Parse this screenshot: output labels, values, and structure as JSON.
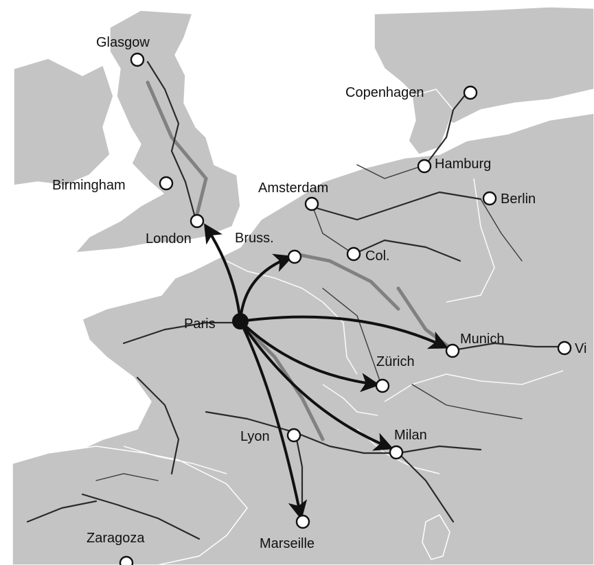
{
  "map": {
    "hub": {
      "name": "Paris"
    },
    "cities": [
      {
        "key": "glasgow",
        "label": "Glasgow"
      },
      {
        "key": "copenhagen",
        "label": "Copenhagen"
      },
      {
        "key": "hamburg",
        "label": "Hamburg"
      },
      {
        "key": "birmingham",
        "label": "Birmingham"
      },
      {
        "key": "amsterdam",
        "label": "Amsterdam"
      },
      {
        "key": "berlin",
        "label": "Berlin"
      },
      {
        "key": "london",
        "label": "London"
      },
      {
        "key": "brussels",
        "label": "Bruss."
      },
      {
        "key": "cologne",
        "label": "Col."
      },
      {
        "key": "paris",
        "label": "Paris"
      },
      {
        "key": "munich",
        "label": "Munich"
      },
      {
        "key": "vienna",
        "label": "Vi"
      },
      {
        "key": "zurich",
        "label": "Zürich"
      },
      {
        "key": "lyon",
        "label": "Lyon"
      },
      {
        "key": "milan",
        "label": "Milan"
      },
      {
        "key": "marseille",
        "label": "Marseille"
      },
      {
        "key": "zaragoza",
        "label": "Zaragoza"
      }
    ],
    "routes_from_paris": [
      "London",
      "Bruss.",
      "Munich",
      "Zürich",
      "Milan",
      "Marseille"
    ],
    "colors": {
      "land": "#c4c4c4",
      "sea": "#ffffff",
      "rail": "#2a2a2a",
      "route": "#111111"
    }
  }
}
